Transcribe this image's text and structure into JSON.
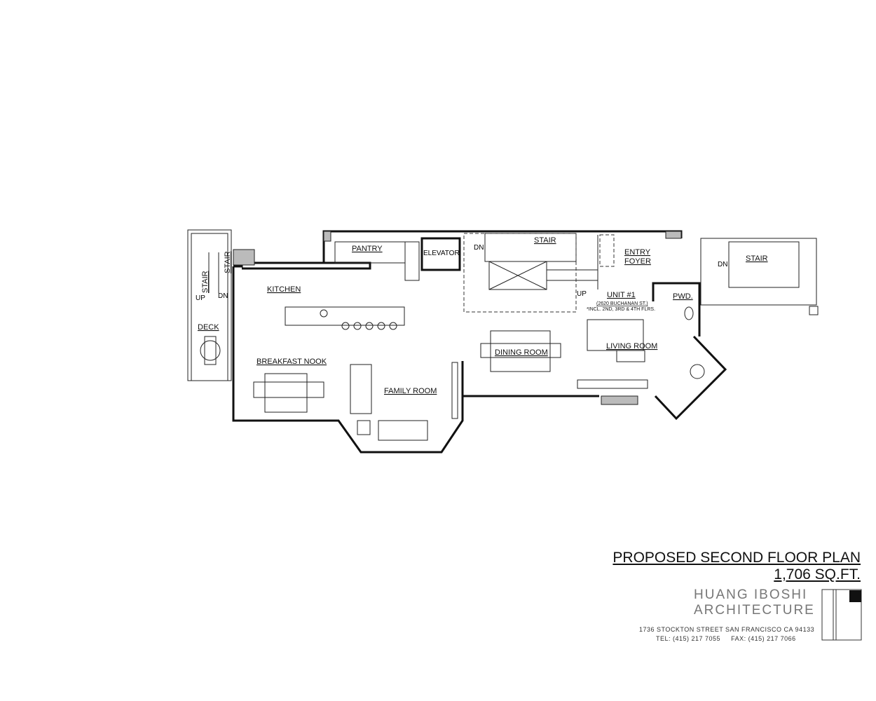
{
  "title": {
    "plan_name": "PROPOSED SECOND FLOOR PLAN",
    "area": "1,706 SQ.FT."
  },
  "firm": {
    "name_line1": "HUANG IBOSHI",
    "name_line2": "ARCHITECTURE",
    "address": "1736 STOCKTON STREET   SAN FRANCISCO   CA 94133",
    "phone": "TEL: (415) 217 7055",
    "fax": "FAX: (415) 217 7066"
  },
  "rooms": {
    "pantry": "PANTRY",
    "elevator": "ELEVATOR",
    "kitchen": "KITCHEN",
    "deck": "DECK",
    "breakfast_nook": "BREAKFAST NOOK",
    "family_room": "FAMILY ROOM",
    "dining_room": "DINING ROOM",
    "living_room": "LIVING ROOM",
    "entry": "ENTRY",
    "foyer": "FOYER",
    "pwd": "PWD.",
    "unit": "UNIT #1",
    "unit_address": "(2620 BUCHANAN ST.)",
    "unit_note": "*INCL. 2ND, 3RD & 4TH FLRS."
  },
  "stairs": {
    "stair": "STAIR",
    "dn": "DN",
    "up": "UP"
  }
}
